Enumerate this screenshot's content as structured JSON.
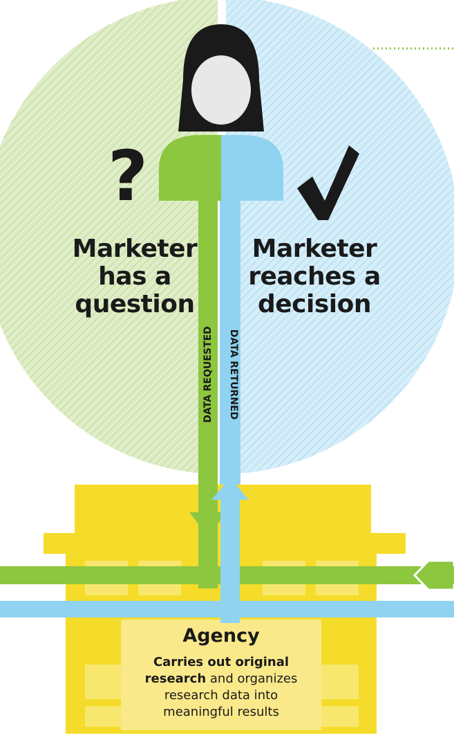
{
  "marketer_question": {
    "symbol": "?",
    "lines": [
      "Marketer",
      "has a",
      "question"
    ]
  },
  "marketer_decision": {
    "symbol": "✓",
    "lines": [
      "Marketer",
      "reaches a",
      "decision"
    ]
  },
  "flows": {
    "requested": "DATA REQUESTED",
    "returned": "DATA RETURNED"
  },
  "agency": {
    "title": "Agency",
    "desc_bold_1": "Carries out original",
    "desc_bold_2": "research",
    "desc_rest_2": " and organizes",
    "desc_line_3": "research data into",
    "desc_line_4": "meaningful results"
  },
  "colors": {
    "green": "#8dc63f",
    "blue": "#8fd3f0",
    "green_circle": "#dbe9c4",
    "blue_circle": "#d3ecf8",
    "yellow": "#f5dc2a",
    "yellow_light": "#f8e66a",
    "dark": "#1a1a1a"
  }
}
